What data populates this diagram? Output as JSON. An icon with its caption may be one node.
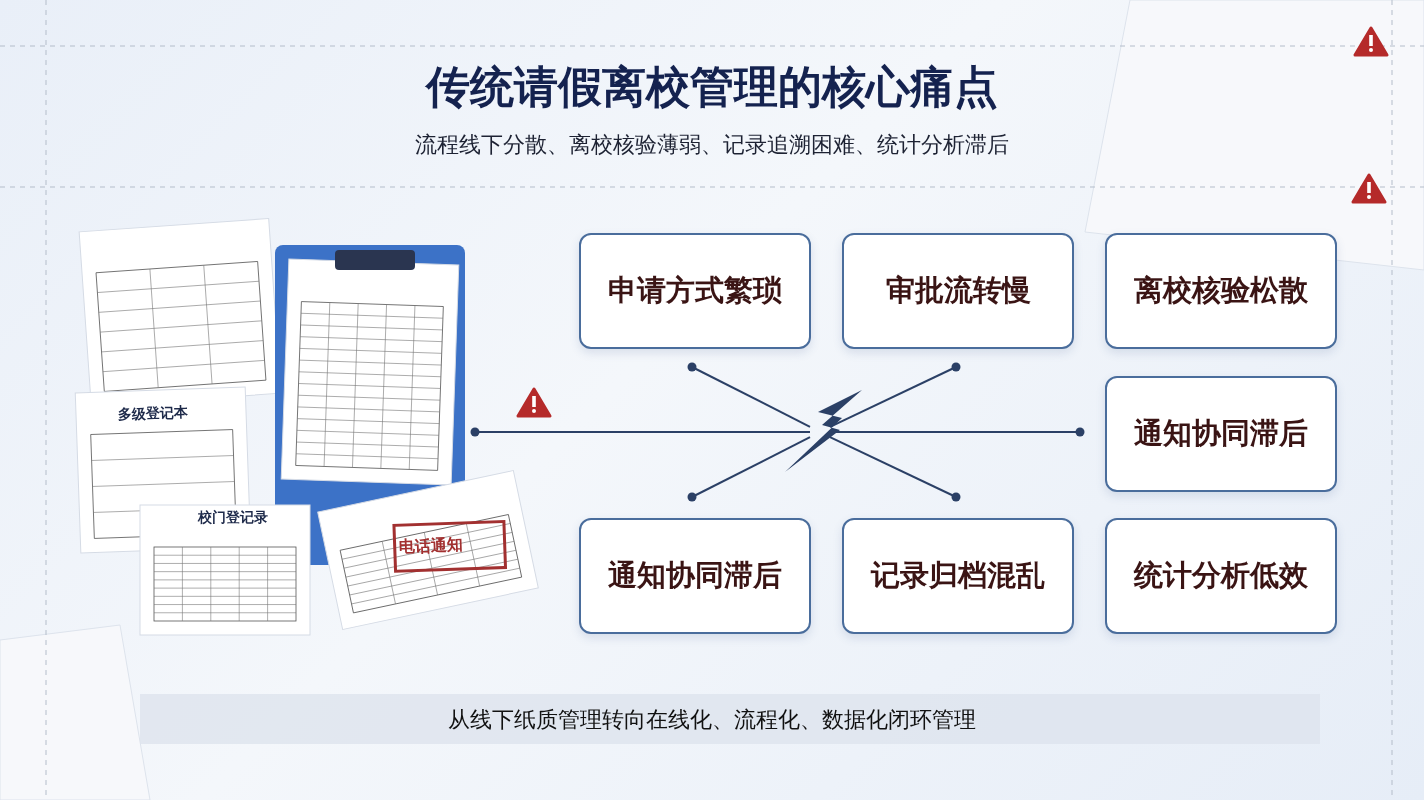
{
  "diagram": {
    "title": "传统请假离校管理的核心痛点",
    "nodes": [
      {
        "text": [
          "申请方式繁琐"
        ]
      },
      {
        "text": [
          "审批流转慢"
        ]
      },
      {
        "text": [
          "离校核验松散"
        ]
      },
      {
        "text": [
          "通知协同滞后"
        ]
      },
      {
        "text": [
          "通知协同滞后"
        ]
      },
      {
        "text": [
          "记录归档混乱"
        ]
      },
      {
        "text": [
          "统计分析低效"
        ]
      }
    ],
    "edges": [],
    "labels": [
      "流程线下分散、离校核验薄弱、记录追溯困难、统计分析滞后",
      "多级登记本",
      "校门登记录",
      "电话通知",
      "从线下纸质管理转向在线化、流程化、数据化闭环管理"
    ]
  }
}
